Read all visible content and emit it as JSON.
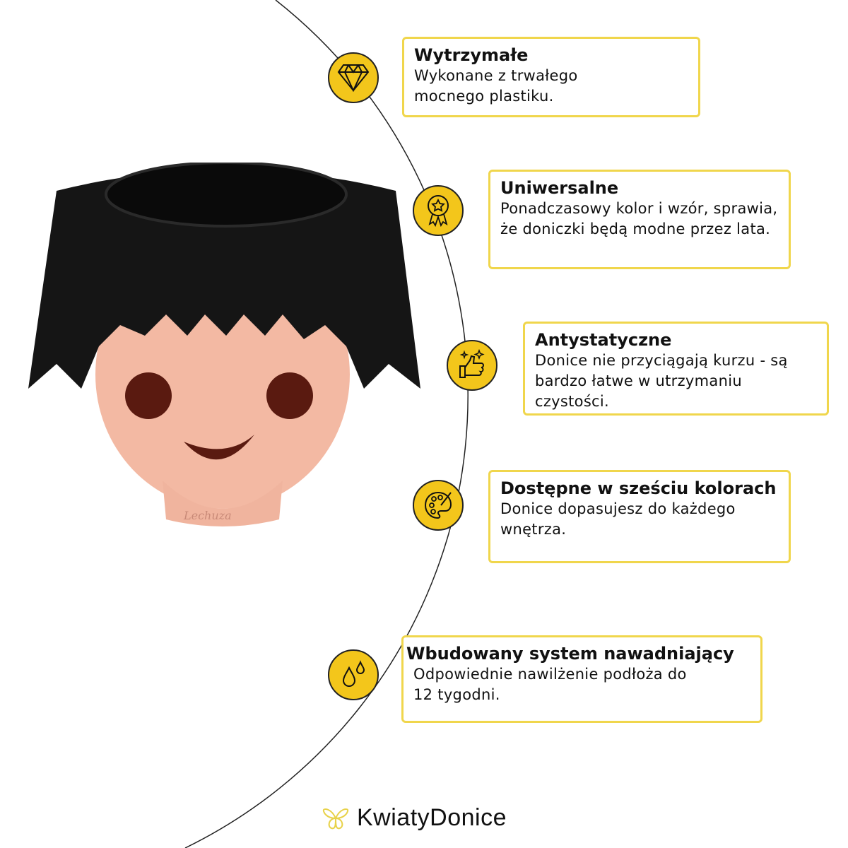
{
  "features": [
    {
      "title": "Wytrzymałe",
      "text": "Wykonane z trwałego mocnego plastiku.",
      "icon": "diamond-icon"
    },
    {
      "title": "Uniwersalne",
      "text": "Ponadczasowy kolor i wzór, sprawia, że doniczki będą modne przez lata.",
      "icon": "award-icon"
    },
    {
      "title": "Antystatyczne",
      "text": "Donice nie przyciągają kurzu - są bardzo łatwe w utrzymaniu czystości.",
      "icon": "thumbs-up-sparkle-icon"
    },
    {
      "title": "Dostępne w sześciu kolorach",
      "text": "Donice dopasujesz do każdego wnętrza.",
      "icon": "palette-icon"
    },
    {
      "title": "Wbudowany system nawadniający",
      "text": "Odpowiednie nawilżenie podłoża do 12 tygodni.",
      "icon": "water-drops-icon"
    }
  ],
  "product": {
    "brand_mark": "Lechuza"
  },
  "logo": {
    "text": "KwiatyDonice"
  },
  "colors": {
    "accent": "#f3c61b",
    "border": "#f0d64c",
    "hair": "#111111",
    "face": "#f3b9a3",
    "eyes": "#5a1a10"
  }
}
